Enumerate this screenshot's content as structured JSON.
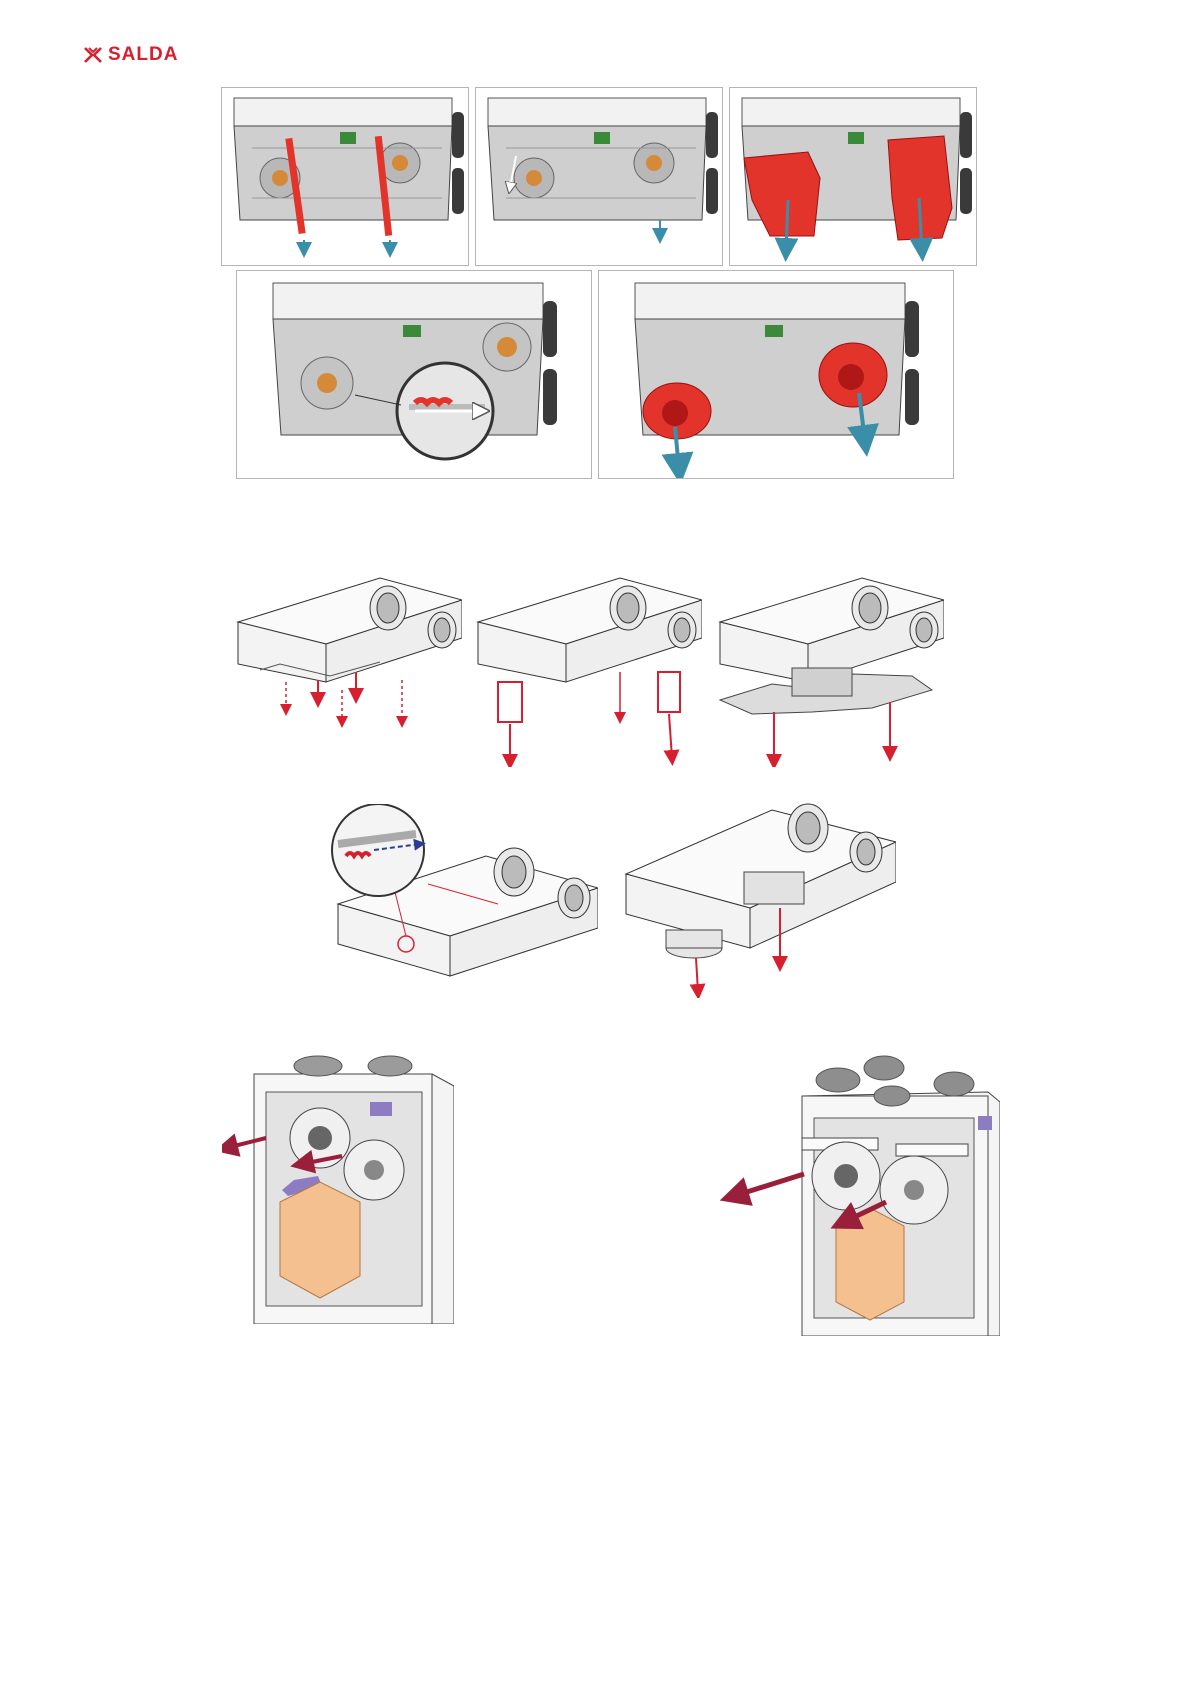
{
  "brand": {
    "name": "SALDA",
    "color": "#d6202f",
    "icon": "salda-logo-icon"
  },
  "colors": {
    "highlight_part": "#e3342b",
    "arrow_blue": "#3b8ea8",
    "arrow_red": "#d6202f",
    "arrow_navy": "#2b3d8f",
    "arrow_maroon": "#9a1f3a",
    "heat_exchanger": "#f5c08f",
    "purple_seal": "#8e7cc3",
    "housing_gray": "#e3e3e3"
  },
  "sections": [
    {
      "id": "photo-steps",
      "panels": 5,
      "subject": "ceiling-unit-fan-removal-photos"
    },
    {
      "id": "line-steps",
      "panels": 5,
      "subject": "ceiling-unit-fan-removal-drawings"
    },
    {
      "id": "vertical-units",
      "panels": 2,
      "subject": "vertical-unit-fan-removal"
    }
  ]
}
